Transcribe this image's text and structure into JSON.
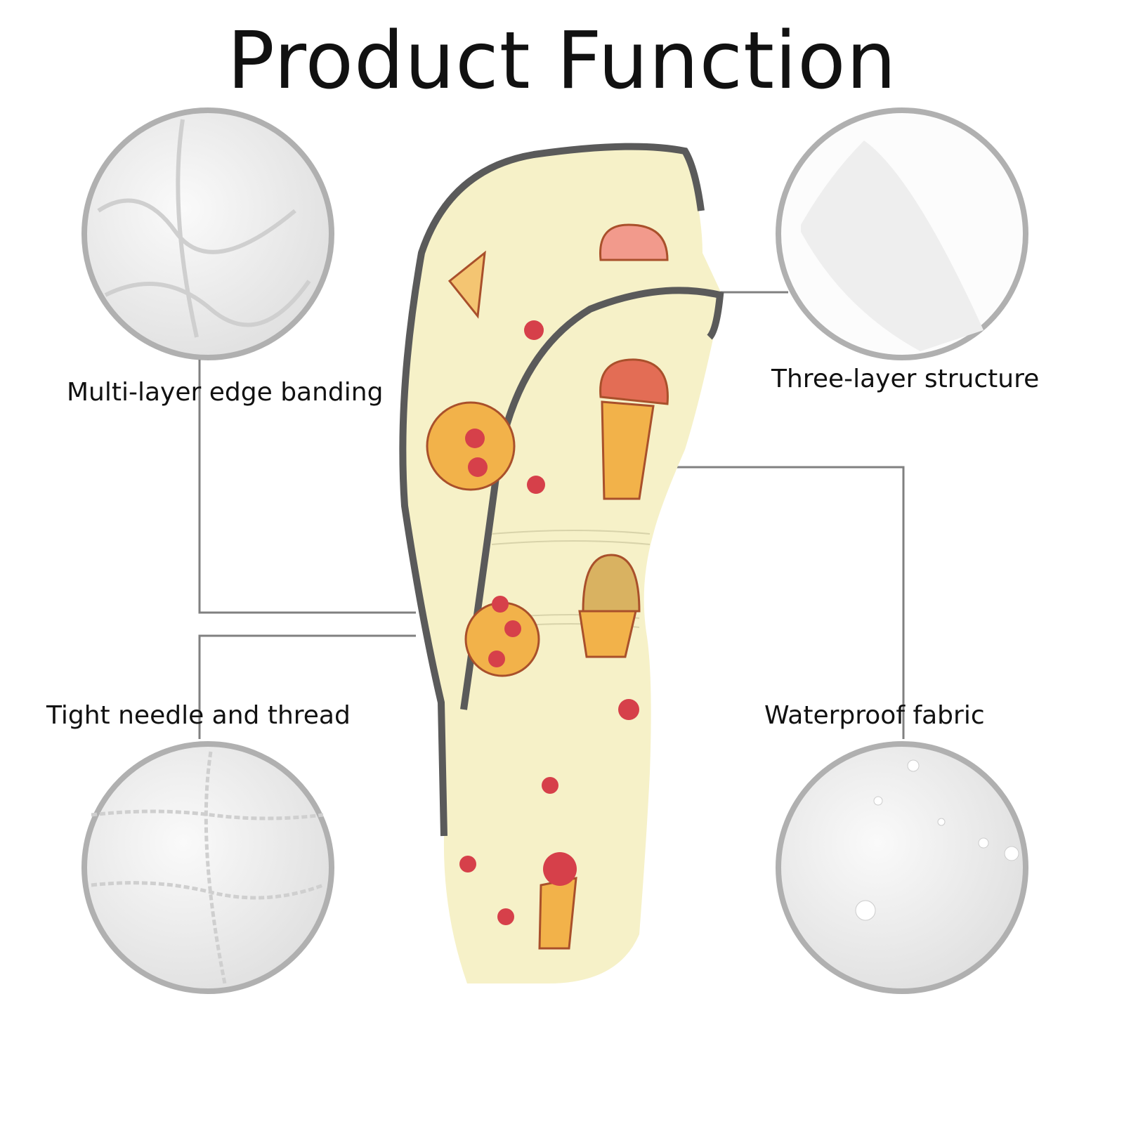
{
  "title": "Product Function",
  "features": [
    {
      "label": "Multi-layer edge banding"
    },
    {
      "label": "Three-layer structure"
    },
    {
      "label": "Tight needle and thread"
    },
    {
      "label": "Waterproof fabric"
    }
  ],
  "colors": {
    "fabric": "#f6f1c8",
    "piping": "#5a5a5a",
    "circle_border": "#b0b0b0",
    "connector": "#808080"
  }
}
